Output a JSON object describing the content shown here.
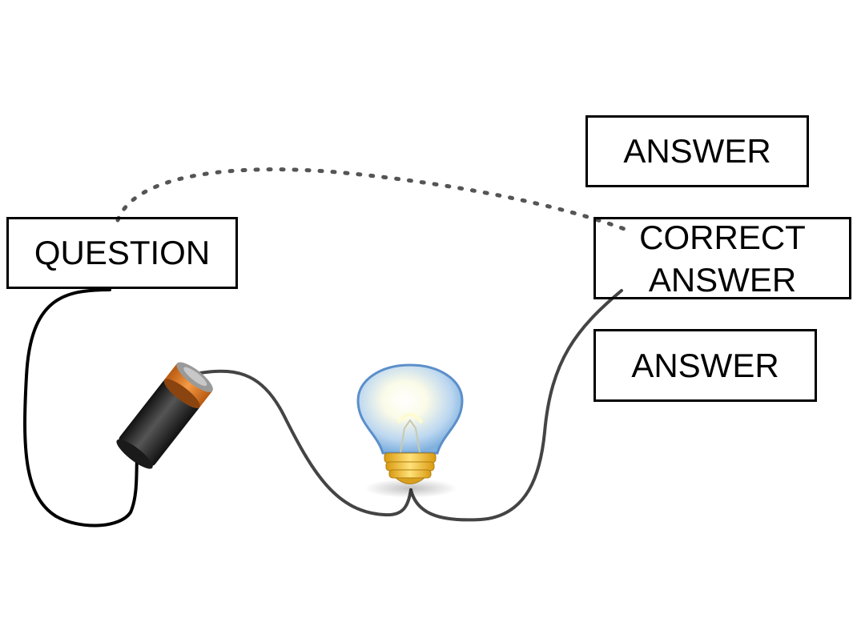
{
  "question": {
    "label": "QUESTION"
  },
  "answers": [
    {
      "label": "ANSWER"
    },
    {
      "label": "CORRECT\nANSWER"
    },
    {
      "label": "ANSWER"
    }
  ],
  "colors": {
    "wire": "#444444",
    "wire_dark": "#000000",
    "dotted_link": "#555555",
    "battery_body": "#2a2a2a",
    "battery_cap": "#e07a22",
    "bulb_glass": "#bcd7f0",
    "bulb_base": "#f2c230"
  },
  "icons": {
    "battery": "battery-icon",
    "bulb": "light-bulb-icon"
  }
}
